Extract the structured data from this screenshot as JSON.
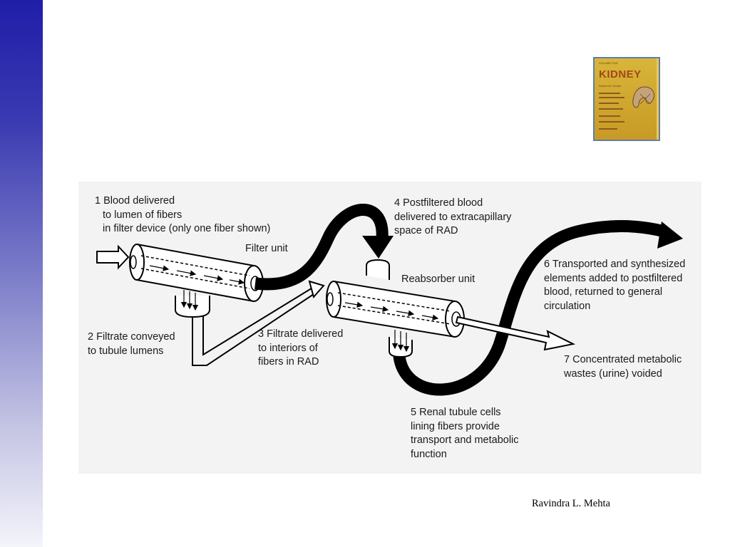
{
  "credit": "Ravindra L. Mehta",
  "book": {
    "series": "VOLUME FIVE",
    "title": "KIDNEY",
    "editor": "Robert W. Schrier"
  },
  "labels": {
    "step1": [
      "1 Blood delivered",
      "to lumen of fibers",
      "in filter device (only one fiber shown)"
    ],
    "filter_unit": "Filter unit",
    "step2": [
      "2 Filtrate conveyed",
      "to tubule lumens"
    ],
    "step3": [
      "3  Filtrate delivered",
      "to interiors of",
      "fibers in RAD"
    ],
    "step4": [
      "4 Postfiltered blood",
      "delivered to extracapillary",
      "space of RAD"
    ],
    "reabsorber_unit": "Reabsorber unit",
    "step5": [
      "5 Renal tubule cells",
      "lining fibers provide",
      "transport and metabolic",
      "function"
    ],
    "step6": [
      "6 Transported and synthesized",
      "elements added to postfiltered",
      "blood, returned to general",
      "circulation"
    ],
    "step7": [
      "7 Concentrated metabolic",
      "wastes (urine) voided"
    ]
  }
}
